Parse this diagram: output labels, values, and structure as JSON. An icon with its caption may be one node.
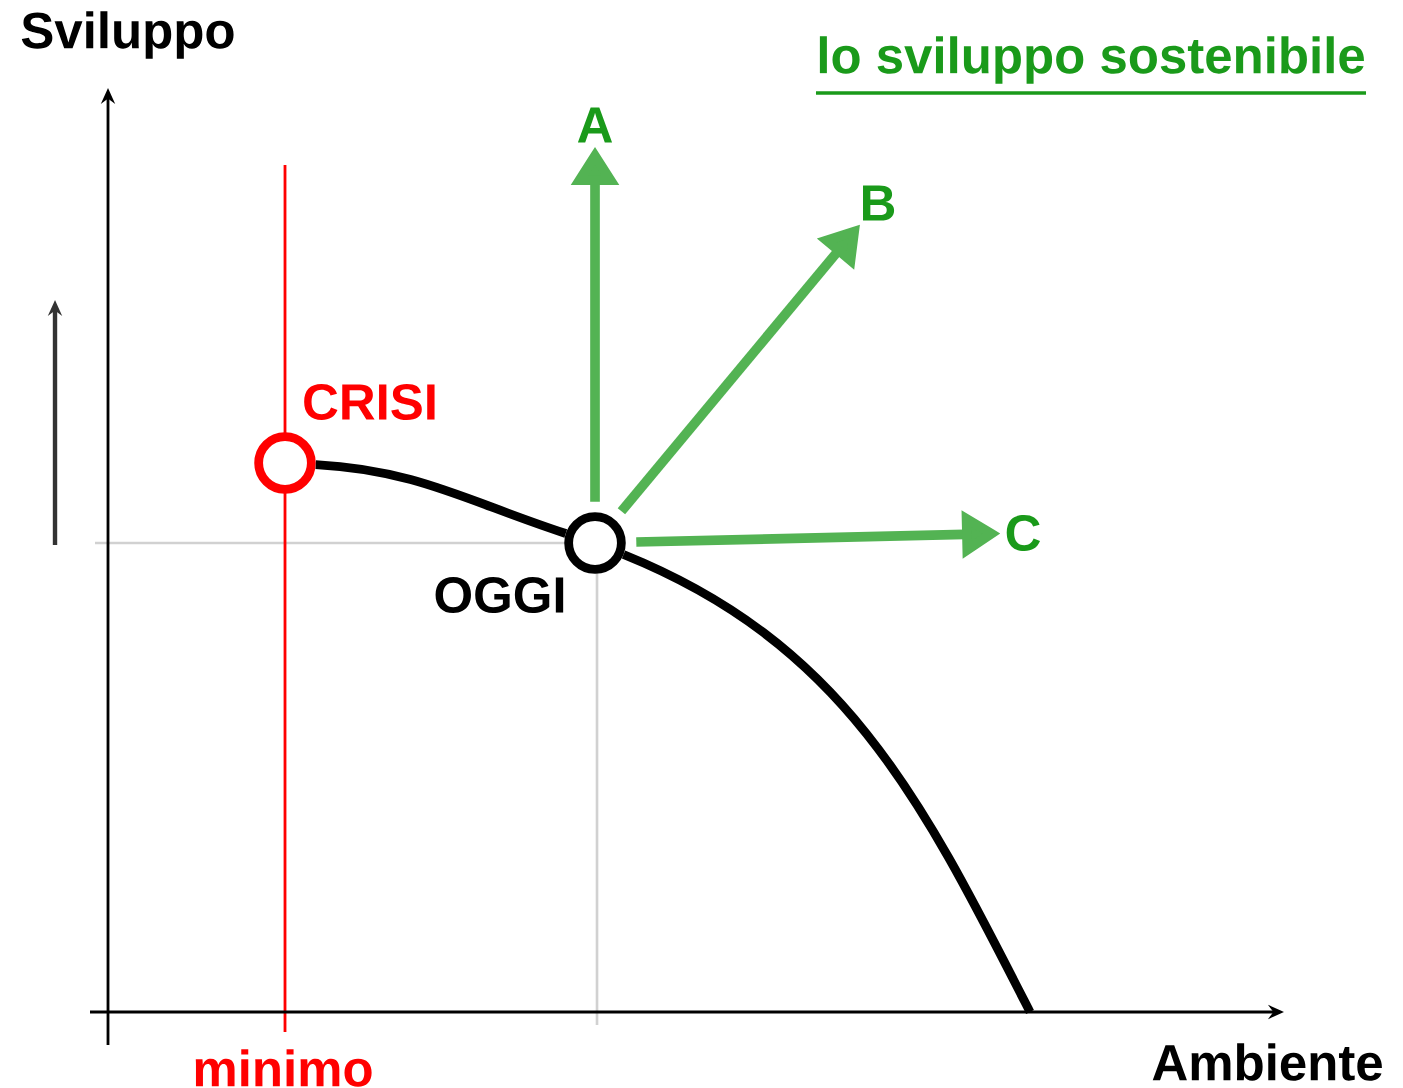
{
  "diagram": {
    "title": "lo sviluppo sostenibile",
    "nodes": [
      {
        "text": [],
        "shape": "circle",
        "beside": [
          "CRISI"
        ]
      },
      {
        "text": [],
        "shape": "circle",
        "beside": [
          "OGGI"
        ]
      },
      {
        "text": [
          "A"
        ]
      },
      {
        "text": [
          "B"
        ]
      },
      {
        "text": [
          "C"
        ]
      }
    ],
    "edges": [
      {
        "from": 0,
        "to": 1,
        "arrow": "none",
        "color": "#000000"
      },
      {
        "from": 1,
        "to": null,
        "arrow": "none",
        "color": "#000000"
      },
      {
        "from": 1,
        "to": 2,
        "arrow": "to"
      },
      {
        "from": 1,
        "to": 3,
        "arrow": "to"
      },
      {
        "from": 1,
        "to": 4,
        "arrow": "to"
      }
    ],
    "labels": [
      "Sviluppo",
      "minimo",
      "Ambiente"
    ]
  }
}
